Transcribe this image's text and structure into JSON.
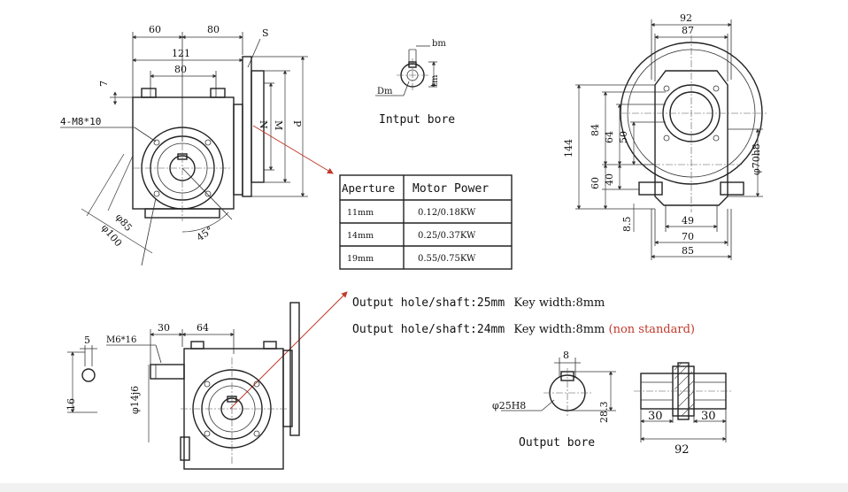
{
  "colors": {
    "line": "#222222",
    "accent_red": "#c0392b",
    "footer": "#f1f1f1"
  },
  "top_left": {
    "dims": {
      "d60": "60",
      "d80_top": "80",
      "s": "S",
      "d121": "121",
      "d80": "80",
      "d7": "7",
      "n": "N",
      "m": "M",
      "p": "P",
      "bolts": "4-M8*10",
      "phi85": "φ85",
      "phi100": "φ100",
      "angle45": "45°"
    }
  },
  "input_bore": {
    "bm": "bm",
    "dm": "Dm",
    "tm": "tm",
    "caption": "Intput bore"
  },
  "aperture_table": {
    "headers": [
      "Aperture",
      "Motor Power"
    ],
    "rows": [
      {
        "aperture": "11mm",
        "power": "0.12/0.18KW"
      },
      {
        "aperture": "14mm",
        "power": "0.25/0.37KW"
      },
      {
        "aperture": "19mm",
        "power": "0.55/0.75KW"
      }
    ]
  },
  "side_view": {
    "dims": {
      "d92": "92",
      "d87": "87",
      "d144": "144",
      "d84": "84",
      "d64": "64",
      "d50": "50",
      "d60": "60",
      "d40": "40",
      "d8_5": "8.5",
      "d49": "49",
      "d70": "70",
      "d85": "85",
      "phi70": "φ70h8"
    }
  },
  "output_notes": {
    "line1": {
      "label": "Output hole/shaft:25mm",
      "key": "Key width:8mm"
    },
    "line2": {
      "label": "Output hole/shaft:24mm",
      "key": "Key width:8mm",
      "note": "(non standard)"
    }
  },
  "bottom_left": {
    "dims": {
      "d5": "5",
      "d16": "16",
      "m6": "M6*16",
      "d30": "30",
      "d64": "64",
      "phi14": "φ14j6"
    }
  },
  "output_bore": {
    "d8": "8",
    "phi25": "φ25H8",
    "d28_3": "28.3",
    "caption": "Output bore"
  },
  "shaft": {
    "d30_left": "30",
    "d30_right": "30",
    "d92": "92"
  }
}
